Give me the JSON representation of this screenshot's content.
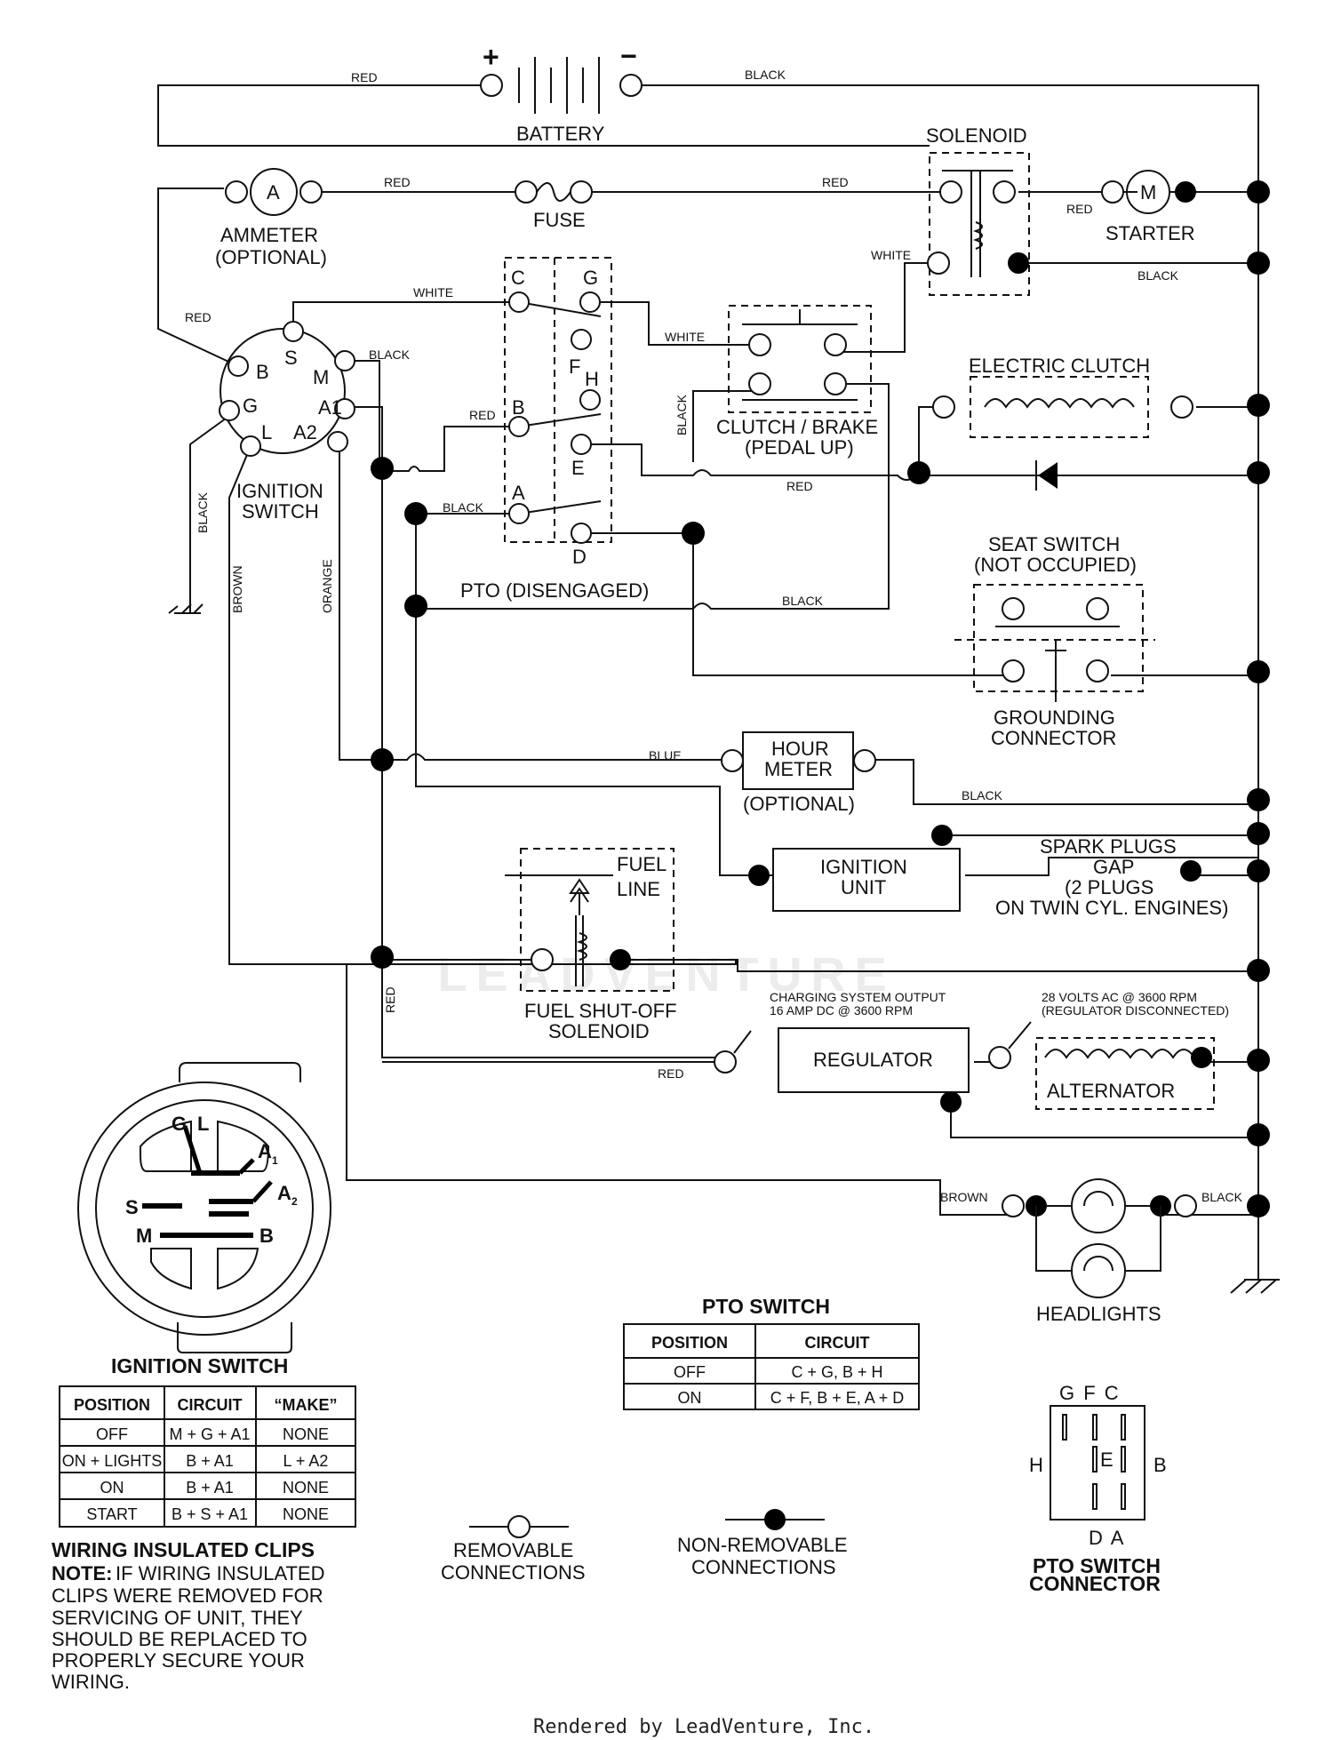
{
  "components": {
    "battery": "BATTERY",
    "battery_plus": "+",
    "battery_minus": "−",
    "solenoid": "SOLENOID",
    "ammeter_letter": "A",
    "ammeter_line1": "AMMETER",
    "ammeter_line2": "(OPTIONAL)",
    "fuse": "FUSE",
    "starter_letter": "M",
    "starter": "STARTER",
    "ignition_switch_line1": "IGNITION",
    "ignition_switch_line2": "SWITCH",
    "pto_disengaged": "PTO (DISENGAGED)",
    "clutch_brake_line1": "CLUTCH / BRAKE",
    "clutch_brake_line2": "(PEDAL UP)",
    "electric_clutch": "ELECTRIC CLUTCH",
    "seat_switch_line1": "SEAT SWITCH",
    "seat_switch_line2": "(NOT OCCUPIED)",
    "grounding_line1": "GROUNDING",
    "grounding_line2": "CONNECTOR",
    "hour_meter_line1": "HOUR",
    "hour_meter_line2": "METER",
    "hour_meter_line3": "(OPTIONAL)",
    "ignition_unit_line1": "IGNITION",
    "ignition_unit_line2": "UNIT",
    "spark_line1": "SPARK PLUGS",
    "spark_line2": "GAP",
    "spark_line3": "(2 PLUGS",
    "spark_line4": "ON TWIN CYL. ENGINES)",
    "fuel_line1": "FUEL",
    "fuel_line2": "LINE",
    "fuel_solenoid_line1": "FUEL SHUT-OFF",
    "fuel_solenoid_line2": "SOLENOID",
    "charging_line1": "CHARGING SYSTEM OUTPUT",
    "charging_line2": "16 AMP DC @ 3600 RPM",
    "volts_line1": "28 VOLTS AC @ 3600 RPM",
    "volts_line2": "(REGULATOR DISCONNECTED)",
    "regulator": "REGULATOR",
    "alternator": "ALTERNATOR",
    "headlights": "HEADLIGHTS"
  },
  "wire_labels": {
    "red": "RED",
    "black": "BLACK",
    "white": "WHITE",
    "brown": "BROWN",
    "orange": "ORANGE",
    "blue": "BLUE"
  },
  "terminals": {
    "ign_B": "B",
    "ign_S": "S",
    "ign_M": "M",
    "ign_G": "G",
    "ign_A1": "A1",
    "ign_L": "L",
    "ign_A2": "A2",
    "pto_C": "C",
    "pto_G": "G",
    "pto_F": "F",
    "pto_H": "H",
    "pto_B": "B",
    "pto_E": "E",
    "pto_A": "A",
    "pto_D": "D"
  },
  "switch_face": {
    "G": "G",
    "L": "L",
    "A": "A",
    "A_sub": "1",
    "A2": "A",
    "A2_sub": "2",
    "S": "S",
    "M": "M",
    "B": "B"
  },
  "ignition_table": {
    "title": "IGNITION SWITCH",
    "headers": [
      "POSITION",
      "CIRCUIT",
      "“MAKE”"
    ],
    "rows": [
      [
        "OFF",
        "M + G + A1",
        "NONE"
      ],
      [
        "ON + LIGHTS",
        "B + A1",
        "L + A2"
      ],
      [
        "ON",
        "B + A1",
        "NONE"
      ],
      [
        "START",
        "B + S + A1",
        "NONE"
      ]
    ]
  },
  "pto_table": {
    "title": "PTO SWITCH",
    "headers": [
      "POSITION",
      "CIRCUIT"
    ],
    "rows": [
      [
        "OFF",
        "C + G, B + H"
      ],
      [
        "ON",
        "C + F, B + E, A + D"
      ]
    ]
  },
  "pto_connector": {
    "top": "G  F  C",
    "left": "H",
    "center": "E",
    "right": "B",
    "bottom": "D  A",
    "title_line1": "PTO SWITCH",
    "title_line2": "CONNECTOR"
  },
  "legend": {
    "removable_line1": "REMOVABLE",
    "removable_line2": "CONNECTIONS",
    "nonremovable_line1": "NON-REMOVABLE",
    "nonremovable_line2": "CONNECTIONS"
  },
  "note": {
    "title": "WIRING INSULATED CLIPS",
    "lead": "NOTE:",
    "line1": " IF WIRING INSULATED",
    "line2": "CLIPS WERE REMOVED FOR",
    "line3": "SERVICING OF UNIT, THEY",
    "line4": "SHOULD BE REPLACED TO",
    "line5": "PROPERLY SECURE YOUR",
    "line6": "WIRING."
  },
  "footer": "Rendered by LeadVenture, Inc.",
  "watermark": "LEADVENTURE"
}
